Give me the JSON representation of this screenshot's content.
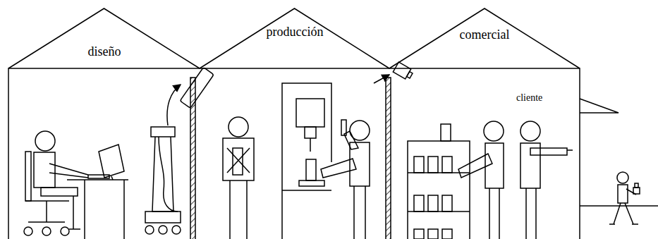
{
  "diagram": {
    "nodes": [
      {
        "text": [
          "diseño"
        ]
      },
      {
        "text": [
          "producción"
        ]
      },
      {
        "text": [
          "comercial"
        ]
      }
    ],
    "labels": [
      "cliente"
    ]
  }
}
